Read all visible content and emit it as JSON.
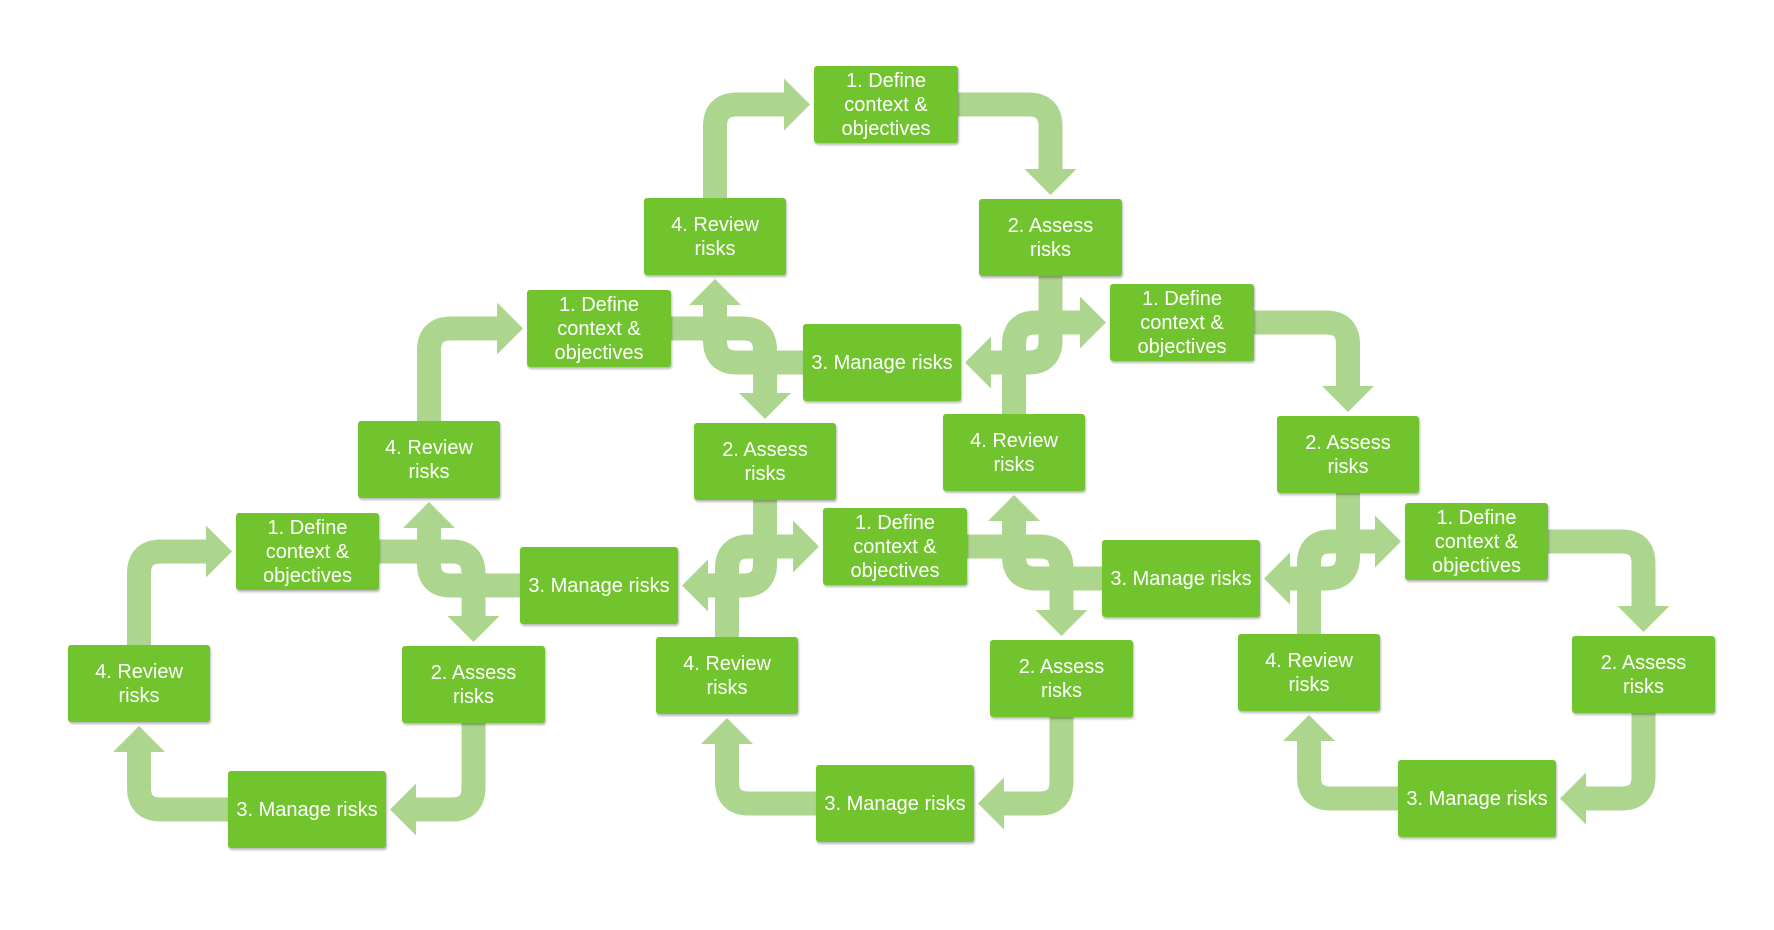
{
  "colors": {
    "box": "#72c42f",
    "arrow": "#acd58d",
    "text": "#ffffff"
  },
  "cycles": [
    {
      "define": "1. Define\ncontext &\nobjectives",
      "assess": "2. Assess\nrisks",
      "manage": "3. Manage risks",
      "review": "4. Review\nrisks"
    },
    {
      "define": "1. Define\ncontext &\nobjectives",
      "assess": "2. Assess\nrisks",
      "manage": "3. Manage risks",
      "review": "4. Review\nrisks"
    },
    {
      "define": "1. Define\ncontext &\nobjectives",
      "assess": "2. Assess\nrisks",
      "manage": "3. Manage risks",
      "review": "4. Review\nrisks"
    },
    {
      "define": "1. Define\ncontext &\nobjectives",
      "assess": "2. Assess\nrisks",
      "manage": "3. Manage risks",
      "review": "4. Review\nrisks"
    },
    {
      "define": "1. Define\ncontext &\nobjectives",
      "assess": "2. Assess\nrisks",
      "manage": "3. Manage risks",
      "review": "4. Review\nrisks"
    },
    {
      "define": "1. Define\ncontext &\nobjectives",
      "assess": "2. Assess\nrisks",
      "manage": "3. Manage risks",
      "review": "4. Review\nrisks"
    }
  ]
}
